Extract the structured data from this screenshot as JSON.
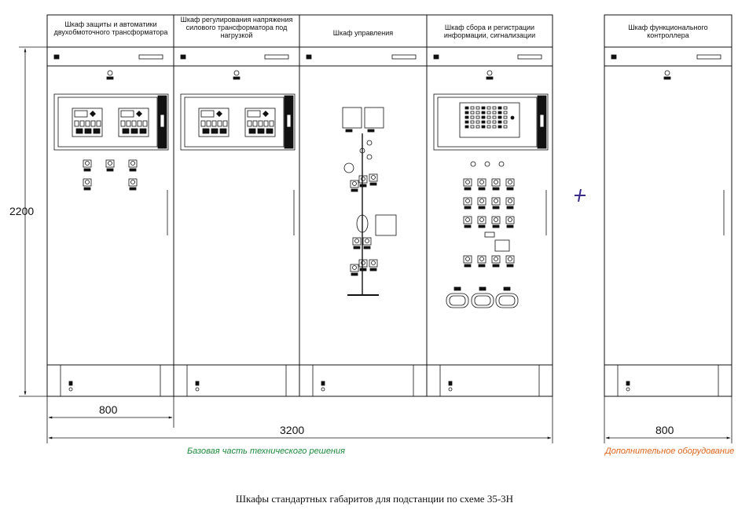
{
  "cabinets": [
    {
      "title": "Шкаф защиты и автоматики двухобмоточного трансформатора"
    },
    {
      "title": "Шкаф регулирования напряжения силового трансформатора под нагрузкой"
    },
    {
      "title": "Шкаф управления"
    },
    {
      "title": "Шкаф сбора и регистрации информации, сигнализации"
    },
    {
      "title": "Шкаф функционального контроллера"
    }
  ],
  "dimensions": {
    "height": "2200",
    "width_single": "800",
    "width_total": "3200",
    "width_extra": "800"
  },
  "captions": {
    "base": "Базовая часть технического решения",
    "additional": "Дополнительное оборудование"
  },
  "colors": {
    "base_caption": "#1a8a3a",
    "additional_caption": "#e0641a",
    "plus": "#3a2a8a"
  },
  "title": "Шкафы стандартных габаритов для подстанции по схеме 35-3Н"
}
